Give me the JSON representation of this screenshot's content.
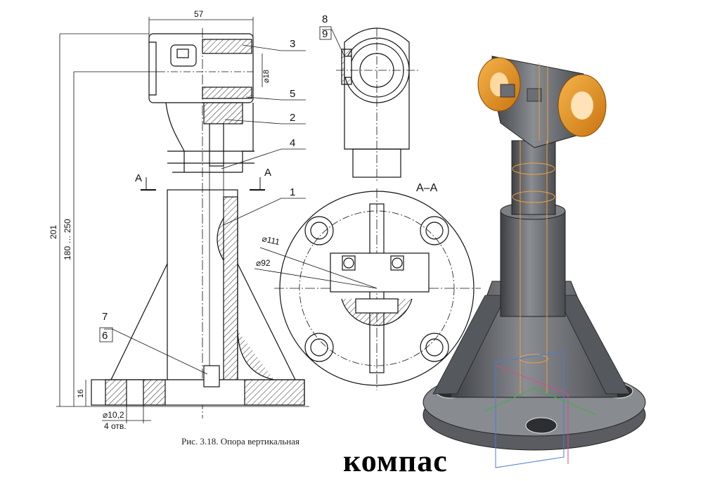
{
  "drawing": {
    "caption": "Рис. 3.18. Опора вертикальная",
    "brand": "компас",
    "section_label": "A–A",
    "section_marks": [
      "A",
      "A"
    ],
    "dimensions": {
      "top_width": "57",
      "bore_dia": "⌀18",
      "total_height": "201",
      "adjust_range": "180 … 250",
      "base_height": "16",
      "hole_dia": "⌀10,2",
      "hole_count": "4 отв.",
      "outer_dia": "⌀111",
      "bolt_circle": "⌀92"
    },
    "callouts": [
      "3",
      "5",
      "2",
      "4",
      "1",
      "8",
      "9",
      "7",
      "6"
    ],
    "model_colors": {
      "body": "#6e7176",
      "bushing": "#e8941f",
      "hidden_edges": "#f0a040"
    }
  }
}
